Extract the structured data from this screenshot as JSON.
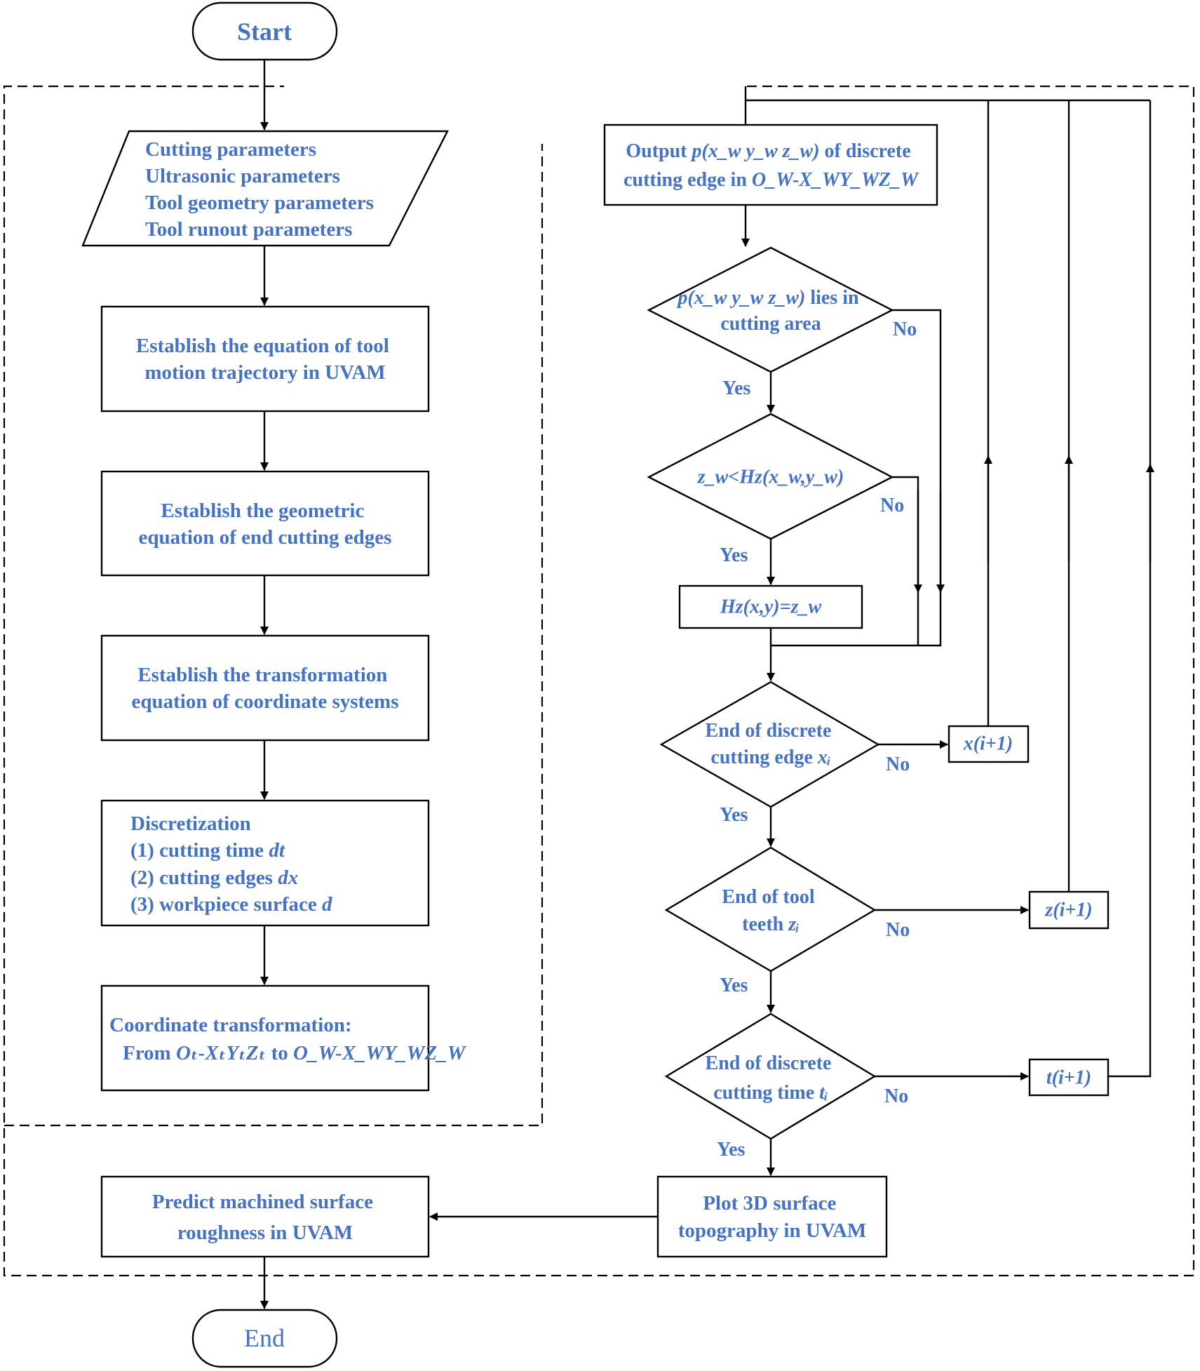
{
  "nodes": {
    "start": {
      "text": "Start"
    },
    "end": {
      "text": "End"
    },
    "inputs": {
      "lines": [
        "Cutting parameters",
        "Ultrasonic parameters",
        "Tool geometry parameters",
        "Tool runout parameters"
      ]
    },
    "trajectory": {
      "lines": [
        "Establish the equation of tool",
        "motion trajectory in UVAM"
      ]
    },
    "geometry": {
      "lines": [
        "Establish the geometric",
        "equation of  end cutting edges"
      ]
    },
    "transform_eq": {
      "lines": [
        "Establish the transformation",
        "equation of coordinate systems"
      ]
    },
    "discretization": {
      "line1": "Discretization",
      "line2": "(1) cutting time ",
      "line2_var": "dt",
      "line3": "(2) cutting edges ",
      "line3_var": "dx",
      "line4": "(3) workpiece surface ",
      "line4_var": "d"
    },
    "coord_transform": {
      "line1": "Coordinate transformation:",
      "line2_prefix": "From ",
      "line2_from": "Oₜ-XₜYₜZₜ",
      "line2_mid": " to ",
      "line2_to": "O_W-X_WY_WZ_W"
    },
    "output": {
      "line1_prefix": "Output ",
      "line1_var": "p(x_w y_w z_w)",
      "line1_suffix": " of discrete",
      "line2_prefix": "cutting edge in ",
      "line2_var": "O_W-X_WY_WZ_W"
    },
    "lies_in_area": {
      "line1_var": "p(x_w y_w z_w)",
      "line1_suffix": " lies in",
      "line2": "cutting area"
    },
    "compare": {
      "text": "z_w<Hz(x_w,y_w)"
    },
    "assign": {
      "text": "Hz(x,y)=z_w"
    },
    "end_edge": {
      "line1": "End of discrete",
      "line2_prefix": "cutting edge ",
      "line2_var": "xᵢ"
    },
    "end_teeth": {
      "line1": "End of tool",
      "line2_prefix": "teeth ",
      "line2_var": "zᵢ"
    },
    "end_time": {
      "line1": "End of discrete",
      "line2_prefix": "cutting time ",
      "line2_var": "tᵢ"
    },
    "x_next": {
      "text": "x(i+1)"
    },
    "z_next": {
      "text": "z(i+1)"
    },
    "t_next": {
      "text": "t(i+1)"
    },
    "plot": {
      "lines": [
        "Plot 3D surface",
        "topography in UVAM"
      ]
    },
    "predict": {
      "lines": [
        "Predict machined surface",
        "roughness in UVAM"
      ]
    }
  },
  "labels": {
    "yes": "Yes",
    "no": "No"
  },
  "colors": {
    "text": "#4472c4",
    "stroke": "#000000",
    "background": "#ffffff"
  }
}
